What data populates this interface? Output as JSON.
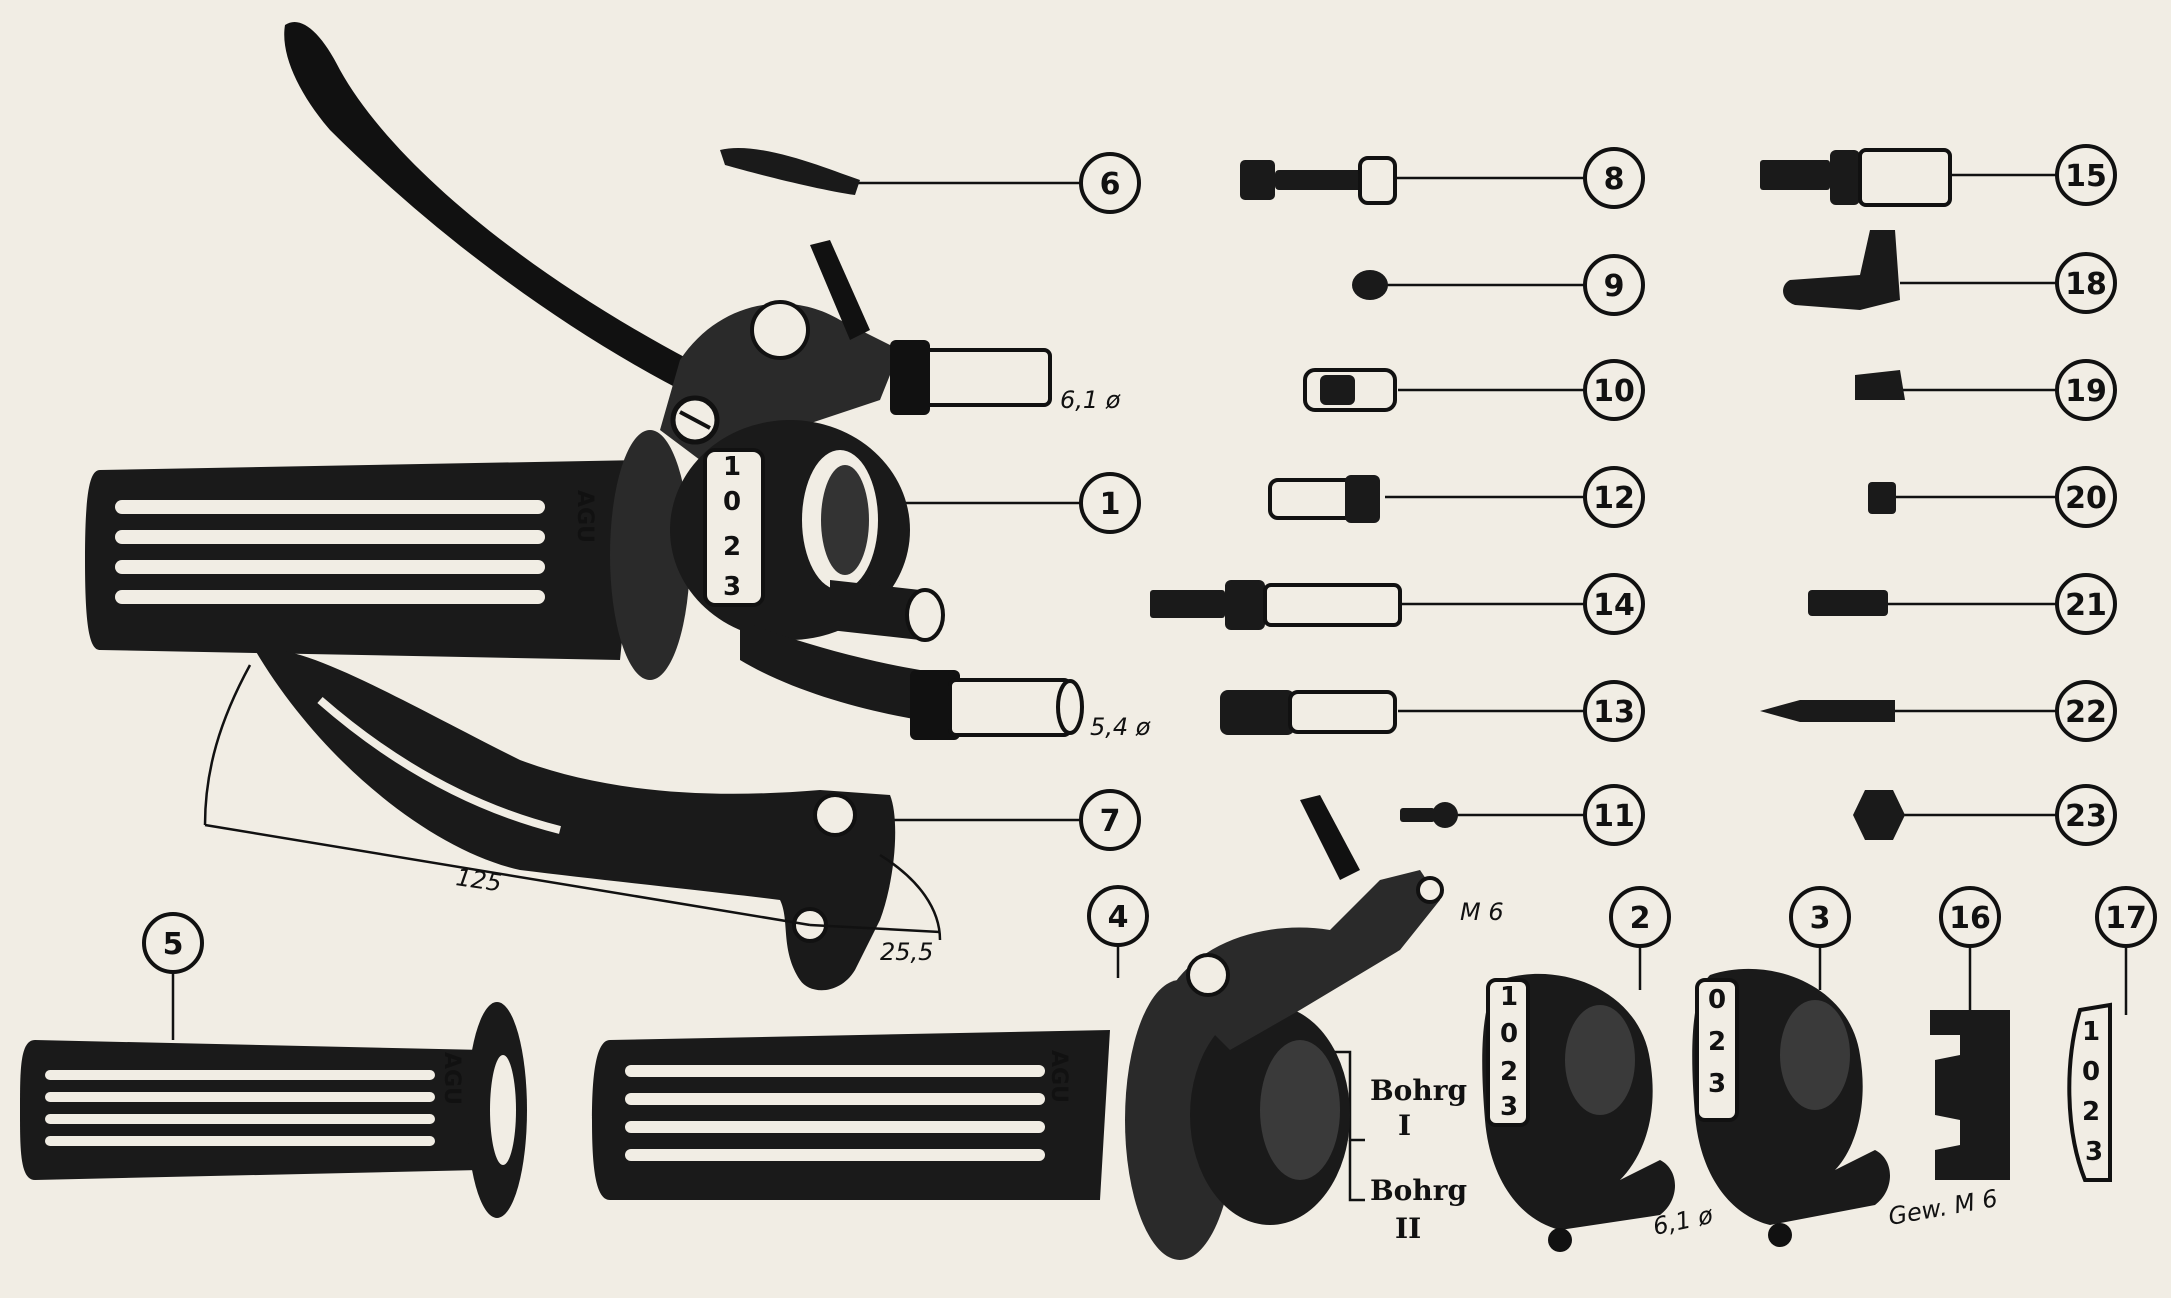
{
  "callouts": [
    {
      "id": "6",
      "label": "6"
    },
    {
      "id": "8",
      "label": "8"
    },
    {
      "id": "15",
      "label": "15"
    },
    {
      "id": "9",
      "label": "9"
    },
    {
      "id": "18",
      "label": "18"
    },
    {
      "id": "10",
      "label": "10"
    },
    {
      "id": "19",
      "label": "19"
    },
    {
      "id": "1",
      "label": "1"
    },
    {
      "id": "12",
      "label": "12"
    },
    {
      "id": "20",
      "label": "20"
    },
    {
      "id": "14",
      "label": "14"
    },
    {
      "id": "21",
      "label": "21"
    },
    {
      "id": "13",
      "label": "13"
    },
    {
      "id": "22",
      "label": "22"
    },
    {
      "id": "7",
      "label": "7"
    },
    {
      "id": "11",
      "label": "11"
    },
    {
      "id": "23",
      "label": "23"
    },
    {
      "id": "5",
      "label": "5"
    },
    {
      "id": "4",
      "label": "4"
    },
    {
      "id": "2",
      "label": "2"
    },
    {
      "id": "3",
      "label": "3"
    },
    {
      "id": "16",
      "label": "16"
    },
    {
      "id": "17",
      "label": "17"
    }
  ],
  "dimensions": {
    "cable_top": "6,1 ø",
    "cable_bottom": "5,4 ø",
    "lever_length": "125",
    "lever_offset": "25,5",
    "thread_m6": "M 6",
    "thread_gew_m6": "Gew. M 6",
    "cable_part2": "6,1 ø"
  },
  "labels": {
    "bore_1_line1": "Bohrg",
    "bore_1_line2": "I",
    "bore_2_line1": "Bohrg",
    "bore_2_line2": "II"
  },
  "brand": {
    "grip_text": "AGU"
  },
  "dial_marks": [
    "1",
    "0",
    "2",
    "3"
  ],
  "colors": {
    "ink": "#111111",
    "paper": "#f1ede4"
  }
}
